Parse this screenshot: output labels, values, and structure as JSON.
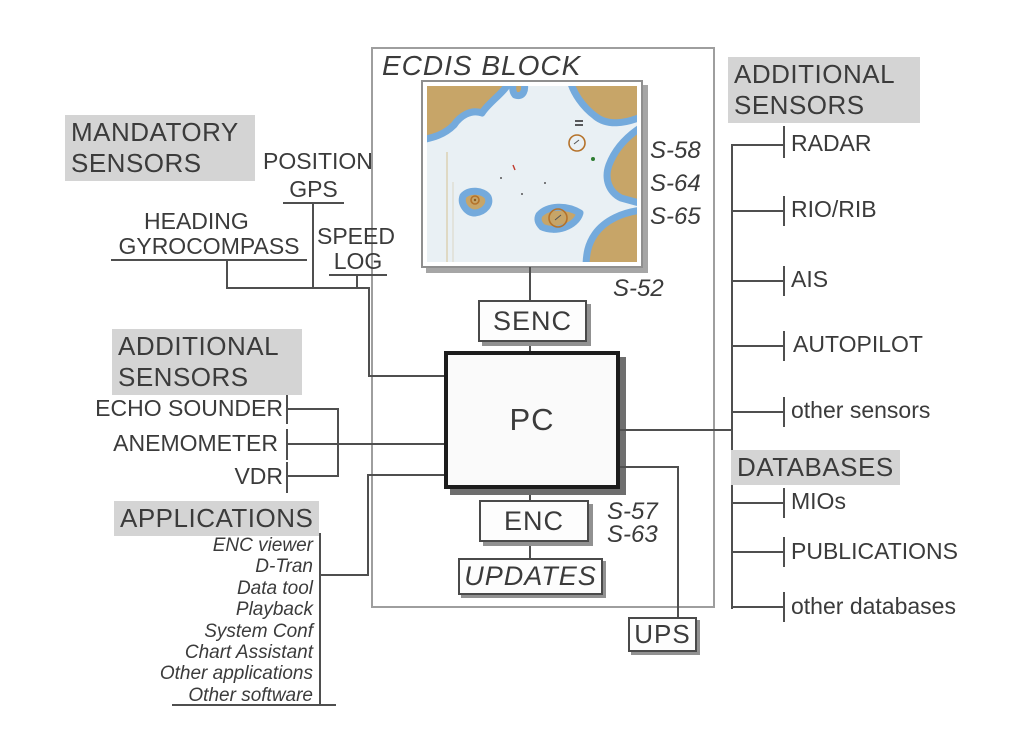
{
  "diagram": {
    "ecdis_title": "ECDIS BLOCK",
    "standards": {
      "chart": [
        "S-58",
        "S-64",
        "S-65"
      ],
      "display": "S-52",
      "enc": [
        "S-57",
        "S-63"
      ]
    },
    "nodes": {
      "senc": "SENC",
      "pc": "PC",
      "enc": "ENC",
      "updates": "UPDATES",
      "ups": "UPS"
    },
    "mandatory": {
      "title": "MANDATORY SENSORS",
      "position_label": "POSITION",
      "position_device": "GPS",
      "heading_label": "HEADING",
      "heading_device": "GYROCOMPASS",
      "speed_label": "SPEED",
      "speed_device": "LOG"
    },
    "additional_left": {
      "title": "ADDITIONAL SENSORS",
      "items": [
        "ECHO SOUNDER",
        "ANEMOMETER",
        "VDR"
      ]
    },
    "applications": {
      "title": "APPLICATIONS",
      "items": [
        "ENC viewer",
        "D-Tran",
        "Data tool",
        "Playback",
        "System Conf",
        "Chart Assistant",
        "Other applications",
        "Other software"
      ]
    },
    "additional_right": {
      "title": "ADDITIONAL SENSORS",
      "items": [
        "RADAR",
        "RIO/RIB",
        "AIS",
        "AUTOPILOT",
        "other sensors"
      ]
    },
    "databases": {
      "title": "DATABASES",
      "items": [
        "MIOs",
        "PUBLICATIONS",
        "other databases"
      ]
    }
  },
  "colors": {
    "header_bg": "#d4d4d4",
    "line": "#4f4f4f",
    "text": "#3b3b3b",
    "frame": "#9e9e9e",
    "box_border": "#4a4a4a",
    "box_shadow": "#919191",
    "pc_border": "#1c1c1c",
    "chart_land": "#c7a568",
    "chart_shallow": "#74aadc",
    "chart_deep": "#e9f0f4",
    "chart_symbol": "#b5722a"
  }
}
